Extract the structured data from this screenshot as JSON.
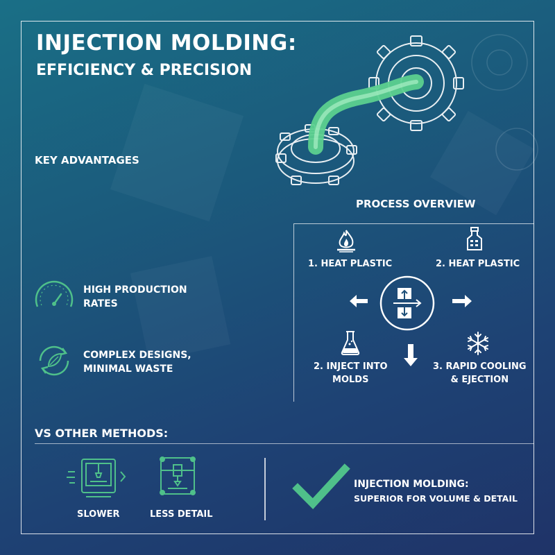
{
  "header": {
    "title": "INJECTION MOLDING:",
    "subtitle": "EFFICIENCY & PRECISION"
  },
  "advantages": {
    "heading": "KEY ADVANTAGES",
    "items": [
      {
        "line1": "HIGH PRODUCTION",
        "line2": "RATES",
        "icon": "speedometer-icon"
      },
      {
        "line1": "COMPLEX DESIGNS,",
        "line2": "MINIMAL WASTE",
        "icon": "recycle-leaf-icon"
      }
    ]
  },
  "process": {
    "heading": "PROCESS OVERVIEW",
    "steps": [
      {
        "line1": "1. HEAT PLASTIC",
        "line2": "",
        "icon": "flame-icon"
      },
      {
        "line1": "2. HEAT PLASTIC",
        "line2": "",
        "icon": "flask-icon"
      },
      {
        "line1": "2. INJECT INTO",
        "line2": "MOLDS",
        "icon": "beaker-icon"
      },
      {
        "line1": "3. RAPID COOLING",
        "line2": "& EJECTION",
        "icon": "snowflake-icon"
      }
    ]
  },
  "comparison": {
    "heading": "VS OTHER METHODS:",
    "methods": [
      {
        "label": "SLOWER",
        "icon": "cnc-machine-icon"
      },
      {
        "label": "LESS DETAIL",
        "icon": "3d-printer-icon"
      }
    ],
    "verdict_title": "INJECTION MOLDING:",
    "verdict_detail": "SUPERIOR FOR VOLUME & DETAIL"
  },
  "colors": {
    "accent_green": "#4fc08a",
    "text": "#ffffff",
    "background_top": "#1a6f86",
    "background_bottom": "#1f3368"
  }
}
